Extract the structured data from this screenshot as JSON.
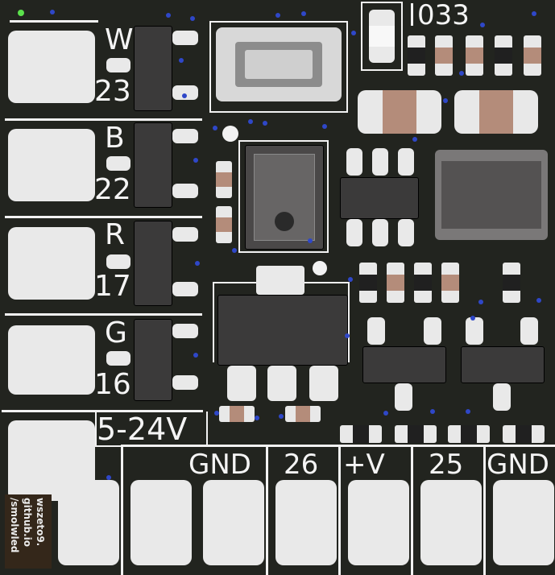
{
  "labels": {
    "w": "W",
    "n23": "23",
    "b": "B",
    "n22": "22",
    "r": "R",
    "n17": "17",
    "g": "G",
    "n16": "16",
    "voltage": "5-24V",
    "ref": "033"
  },
  "connector_labels": [
    "GND",
    "26",
    "+V",
    "25",
    "GND"
  ],
  "watermark": [
    "wszeto9.",
    "github.io",
    "/smolwled"
  ],
  "colors": {
    "board": "#22241f",
    "silkscreen": "#f4f4f4",
    "pad": "#e9e9e9",
    "ic_body": "#3b3a3a",
    "resistor": "#b48c7a",
    "via": "#2f47c8"
  }
}
